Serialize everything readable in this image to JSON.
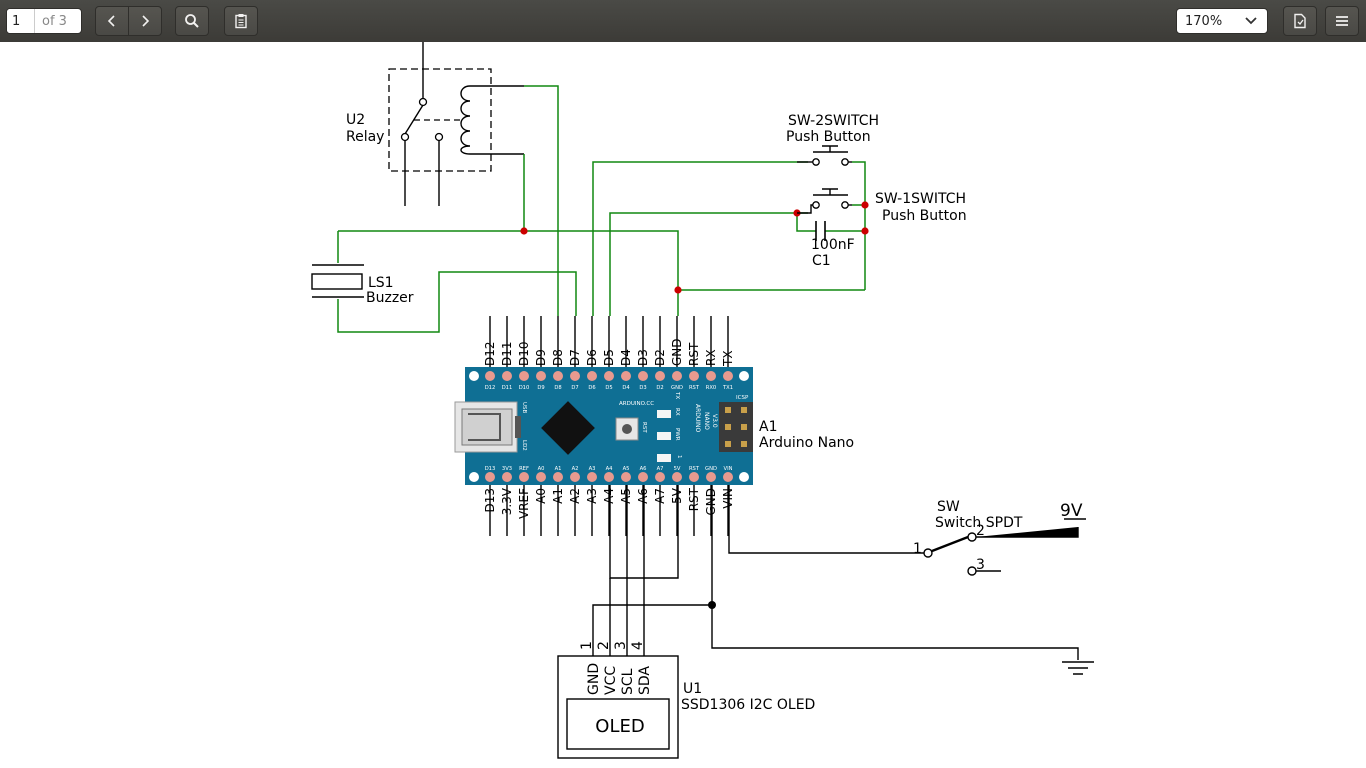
{
  "toolbar": {
    "page_current": "1",
    "page_total": "of 3",
    "zoom": "170%"
  },
  "schematic": {
    "relay": {
      "ref": "U2",
      "name": "Relay"
    },
    "sw2": {
      "ref": "SW-2SWITCH",
      "name": "Push Button"
    },
    "sw1": {
      "ref": "SW-1SWITCH",
      "name": "Push Button"
    },
    "cap": {
      "value": "100nF",
      "ref": "C1"
    },
    "buzzer": {
      "ref": "LS1",
      "name": "Buzzer"
    },
    "nano": {
      "ref": "A1",
      "name": "Arduino Nano",
      "top_pins": [
        "D12",
        "D11",
        "D10",
        "D9",
        "D8",
        "D7",
        "D6",
        "D5",
        "D4",
        "D3",
        "D2",
        "GND",
        "RST",
        "RX",
        "TX"
      ],
      "bottom_pins": [
        "D13",
        "3.3V",
        "VREF",
        "A0",
        "A1",
        "A2",
        "A3",
        "A4",
        "A5",
        "A6",
        "A7",
        "5V",
        "RST",
        "GND",
        "VIN"
      ],
      "board_top_silk": [
        "D12",
        "D11",
        "D10",
        "D9",
        "D8",
        "D7",
        "D6",
        "D5",
        "D4",
        "D3",
        "D2",
        "GND",
        "RST",
        "RX0",
        "TX1"
      ],
      "board_bottom_silk": [
        "D13",
        "3V3",
        "REF",
        "A0",
        "A1",
        "A2",
        "A3",
        "A4",
        "A5",
        "A6",
        "A7",
        "5V",
        "RST",
        "GND",
        "VIN"
      ],
      "board_texts": {
        "usb": "USB",
        "ld2": "LD2",
        "arduino_cc": "ARDUINO.CC",
        "rst": "RST",
        "pwr": "PWR",
        "tx": "TX",
        "rx": "RX",
        "model1": "ARDUINO",
        "model2": "NANO",
        "version": "V3.0",
        "icsp": "ICSP",
        "one": "1"
      }
    },
    "sw_spdt": {
      "ref": "SW",
      "name": "Switch SPDT",
      "pin1": "1",
      "pin2": "2",
      "pin3": "3"
    },
    "battery": {
      "label": "9V"
    },
    "oled": {
      "ref": "U1",
      "name": "SSD1306 I2C OLED",
      "screen_label": "OLED",
      "pins": [
        "GND",
        "VCC",
        "SCL",
        "SDA"
      ],
      "pin_numbers": [
        "1",
        "2",
        "3",
        "4"
      ]
    },
    "colors": {
      "wire": "#118811",
      "junction": "#cc0000",
      "board": "#0f6f94",
      "pad": "#e79a8f"
    }
  }
}
